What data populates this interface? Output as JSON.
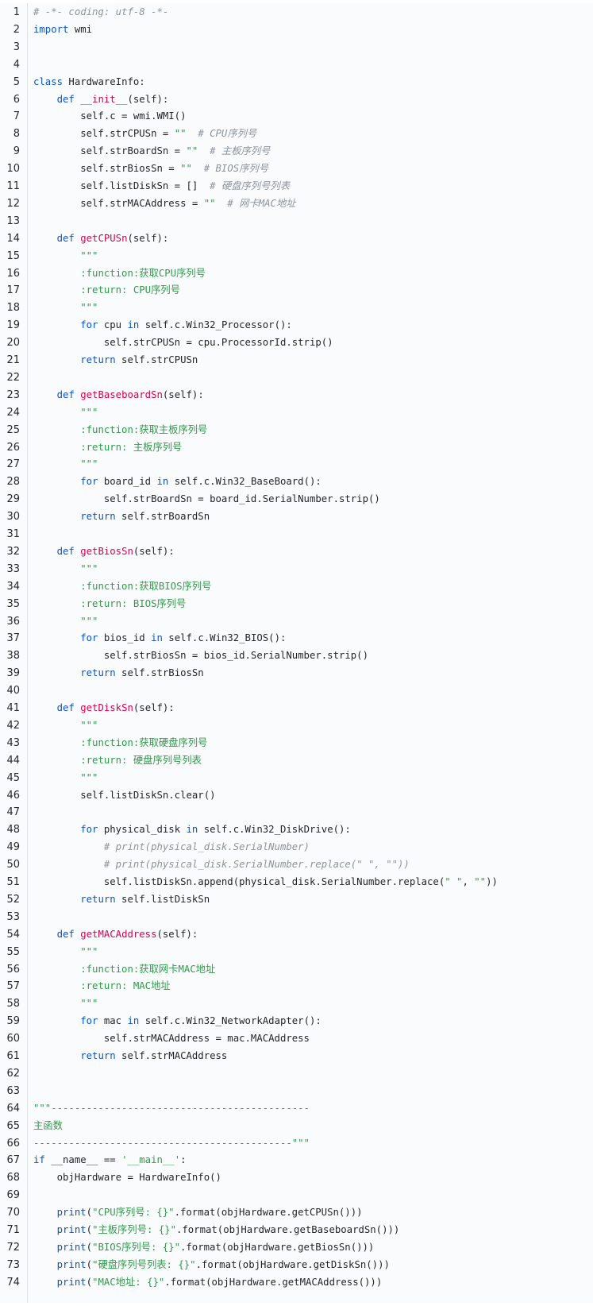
{
  "language": "python",
  "colors": {
    "keyword": "#0b54c4",
    "function_name": "#d7004e",
    "string": "#2f9b4a",
    "comment": "#8b949e",
    "background": "#fafbfc",
    "gutter_border": "#dfe2e5"
  },
  "lines": [
    [
      [
        "cm",
        "# -*- coding: utf-8 -*-"
      ]
    ],
    [
      [
        "kw",
        "import"
      ],
      [
        "t",
        " wmi"
      ]
    ],
    [],
    [],
    [
      [
        "kw",
        "class"
      ],
      [
        "t",
        " HardwareInfo:"
      ]
    ],
    [
      [
        "t",
        "    "
      ],
      [
        "kw",
        "def"
      ],
      [
        "t",
        " "
      ],
      [
        "fn",
        "__init__"
      ],
      [
        "t",
        "(self):"
      ]
    ],
    [
      [
        "t",
        "        self.c = wmi.WMI()"
      ]
    ],
    [
      [
        "t",
        "        self.strCPUSn = "
      ],
      [
        "str",
        "\"\""
      ],
      [
        "t",
        "  "
      ],
      [
        "cm",
        "# CPU序列号"
      ]
    ],
    [
      [
        "t",
        "        self.strBoardSn = "
      ],
      [
        "str",
        "\"\""
      ],
      [
        "t",
        "  "
      ],
      [
        "cm",
        "# 主板序列号"
      ]
    ],
    [
      [
        "t",
        "        self.strBiosSn = "
      ],
      [
        "str",
        "\"\""
      ],
      [
        "t",
        "  "
      ],
      [
        "cm",
        "# BIOS序列号"
      ]
    ],
    [
      [
        "t",
        "        self.listDiskSn = []  "
      ],
      [
        "cm",
        "# 硬盘序列号列表"
      ]
    ],
    [
      [
        "t",
        "        self.strMACAddress = "
      ],
      [
        "str",
        "\"\""
      ],
      [
        "t",
        "  "
      ],
      [
        "cm",
        "# 网卡MAC地址"
      ]
    ],
    [],
    [
      [
        "t",
        "    "
      ],
      [
        "kw",
        "def"
      ],
      [
        "t",
        " "
      ],
      [
        "fn",
        "getCPUSn"
      ],
      [
        "t",
        "(self):"
      ]
    ],
    [
      [
        "t",
        "        "
      ],
      [
        "str",
        "\"\"\""
      ]
    ],
    [
      [
        "t",
        "        "
      ],
      [
        "str",
        ":function:获取CPU序列号"
      ]
    ],
    [
      [
        "t",
        "        "
      ],
      [
        "str",
        ":return: CPU序列号"
      ]
    ],
    [
      [
        "t",
        "        "
      ],
      [
        "str",
        "\"\"\""
      ]
    ],
    [
      [
        "t",
        "        "
      ],
      [
        "kw",
        "for"
      ],
      [
        "t",
        " cpu "
      ],
      [
        "kw",
        "in"
      ],
      [
        "t",
        " self.c.Win32_Processor():"
      ]
    ],
    [
      [
        "t",
        "            self.strCPUSn = cpu.ProcessorId.strip()"
      ]
    ],
    [
      [
        "t",
        "        "
      ],
      [
        "kw",
        "return"
      ],
      [
        "t",
        " self.strCPUSn"
      ]
    ],
    [],
    [
      [
        "t",
        "    "
      ],
      [
        "kw",
        "def"
      ],
      [
        "t",
        " "
      ],
      [
        "fn",
        "getBaseboardSn"
      ],
      [
        "t",
        "(self):"
      ]
    ],
    [
      [
        "t",
        "        "
      ],
      [
        "str",
        "\"\"\""
      ]
    ],
    [
      [
        "t",
        "        "
      ],
      [
        "str",
        ":function:获取主板序列号"
      ]
    ],
    [
      [
        "t",
        "        "
      ],
      [
        "str",
        ":return: 主板序列号"
      ]
    ],
    [
      [
        "t",
        "        "
      ],
      [
        "str",
        "\"\"\""
      ]
    ],
    [
      [
        "t",
        "        "
      ],
      [
        "kw",
        "for"
      ],
      [
        "t",
        " board_id "
      ],
      [
        "kw",
        "in"
      ],
      [
        "t",
        " self.c.Win32_BaseBoard():"
      ]
    ],
    [
      [
        "t",
        "            self.strBoardSn = board_id.SerialNumber.strip()"
      ]
    ],
    [
      [
        "t",
        "        "
      ],
      [
        "kw",
        "return"
      ],
      [
        "t",
        " self.strBoardSn"
      ]
    ],
    [],
    [
      [
        "t",
        "    "
      ],
      [
        "kw",
        "def"
      ],
      [
        "t",
        " "
      ],
      [
        "fn",
        "getBiosSn"
      ],
      [
        "t",
        "(self):"
      ]
    ],
    [
      [
        "t",
        "        "
      ],
      [
        "str",
        "\"\"\""
      ]
    ],
    [
      [
        "t",
        "        "
      ],
      [
        "str",
        ":function:获取BIOS序列号"
      ]
    ],
    [
      [
        "t",
        "        "
      ],
      [
        "str",
        ":return: BIOS序列号"
      ]
    ],
    [
      [
        "t",
        "        "
      ],
      [
        "str",
        "\"\"\""
      ]
    ],
    [
      [
        "t",
        "        "
      ],
      [
        "kw",
        "for"
      ],
      [
        "t",
        " bios_id "
      ],
      [
        "kw",
        "in"
      ],
      [
        "t",
        " self.c.Win32_BIOS():"
      ]
    ],
    [
      [
        "t",
        "            self.strBiosSn = bios_id.SerialNumber.strip()"
      ]
    ],
    [
      [
        "t",
        "        "
      ],
      [
        "kw",
        "return"
      ],
      [
        "t",
        " self.strBiosSn"
      ]
    ],
    [],
    [
      [
        "t",
        "    "
      ],
      [
        "kw",
        "def"
      ],
      [
        "t",
        " "
      ],
      [
        "fn",
        "getDiskSn"
      ],
      [
        "t",
        "(self):"
      ]
    ],
    [
      [
        "t",
        "        "
      ],
      [
        "str",
        "\"\"\""
      ]
    ],
    [
      [
        "t",
        "        "
      ],
      [
        "str",
        ":function:获取硬盘序列号"
      ]
    ],
    [
      [
        "t",
        "        "
      ],
      [
        "str",
        ":return: 硬盘序列号列表"
      ]
    ],
    [
      [
        "t",
        "        "
      ],
      [
        "str",
        "\"\"\""
      ]
    ],
    [
      [
        "t",
        "        self.listDiskSn.clear()"
      ]
    ],
    [],
    [
      [
        "t",
        "        "
      ],
      [
        "kw",
        "for"
      ],
      [
        "t",
        " physical_disk "
      ],
      [
        "kw",
        "in"
      ],
      [
        "t",
        " self.c.Win32_DiskDrive():"
      ]
    ],
    [
      [
        "t",
        "            "
      ],
      [
        "cm",
        "# print(physical_disk.SerialNumber)"
      ]
    ],
    [
      [
        "t",
        "            "
      ],
      [
        "cm",
        "# print(physical_disk.SerialNumber.replace(\" \", \"\"))"
      ]
    ],
    [
      [
        "t",
        "            self.listDiskSn.append(physical_disk.SerialNumber.replace("
      ],
      [
        "str",
        "\" \""
      ],
      [
        "t",
        ", "
      ],
      [
        "str",
        "\"\""
      ],
      [
        "t",
        "))"
      ]
    ],
    [
      [
        "t",
        "        "
      ],
      [
        "kw",
        "return"
      ],
      [
        "t",
        " self.listDiskSn"
      ]
    ],
    [],
    [
      [
        "t",
        "    "
      ],
      [
        "kw",
        "def"
      ],
      [
        "t",
        " "
      ],
      [
        "fn",
        "getMACAddress"
      ],
      [
        "t",
        "(self):"
      ]
    ],
    [
      [
        "t",
        "        "
      ],
      [
        "str",
        "\"\"\""
      ]
    ],
    [
      [
        "t",
        "        "
      ],
      [
        "str",
        ":function:获取网卡MAC地址"
      ]
    ],
    [
      [
        "t",
        "        "
      ],
      [
        "str",
        ":return: MAC地址"
      ]
    ],
    [
      [
        "t",
        "        "
      ],
      [
        "str",
        "\"\"\""
      ]
    ],
    [
      [
        "t",
        "        "
      ],
      [
        "kw",
        "for"
      ],
      [
        "t",
        " mac "
      ],
      [
        "kw",
        "in"
      ],
      [
        "t",
        " self.c.Win32_NetworkAdapter():"
      ]
    ],
    [
      [
        "t",
        "            self.strMACAddress = mac.MACAddress"
      ]
    ],
    [
      [
        "t",
        "        "
      ],
      [
        "kw",
        "return"
      ],
      [
        "t",
        " self.strMACAddress"
      ]
    ],
    [],
    [],
    [
      [
        "str",
        "\"\"\"--------------------------------------------"
      ]
    ],
    [
      [
        "str",
        "主函数"
      ]
    ],
    [
      [
        "str",
        "--------------------------------------------\"\"\""
      ]
    ],
    [
      [
        "kw",
        "if"
      ],
      [
        "t",
        " __name__ == "
      ],
      [
        "str",
        "'__main__'"
      ],
      [
        "t",
        ":"
      ]
    ],
    [
      [
        "t",
        "    objHardware = HardwareInfo()"
      ]
    ],
    [],
    [
      [
        "t",
        "    "
      ],
      [
        "kw",
        "print"
      ],
      [
        "t",
        "("
      ],
      [
        "str",
        "\"CPU序列号: {}\""
      ],
      [
        "t",
        ".format(objHardware.getCPUSn()))"
      ]
    ],
    [
      [
        "t",
        "    "
      ],
      [
        "kw",
        "print"
      ],
      [
        "t",
        "("
      ],
      [
        "str",
        "\"主板序列号: {}\""
      ],
      [
        "t",
        ".format(objHardware.getBaseboardSn()))"
      ]
    ],
    [
      [
        "t",
        "    "
      ],
      [
        "kw",
        "print"
      ],
      [
        "t",
        "("
      ],
      [
        "str",
        "\"BIOS序列号: {}\""
      ],
      [
        "t",
        ".format(objHardware.getBiosSn()))"
      ]
    ],
    [
      [
        "t",
        "    "
      ],
      [
        "kw",
        "print"
      ],
      [
        "t",
        "("
      ],
      [
        "str",
        "\"硬盘序列号列表: {}\""
      ],
      [
        "t",
        ".format(objHardware.getDiskSn()))"
      ]
    ],
    [
      [
        "t",
        "    "
      ],
      [
        "kw",
        "print"
      ],
      [
        "t",
        "("
      ],
      [
        "str",
        "\"MAC地址: {}\""
      ],
      [
        "t",
        ".format(objHardware.getMACAddress()))"
      ]
    ]
  ]
}
